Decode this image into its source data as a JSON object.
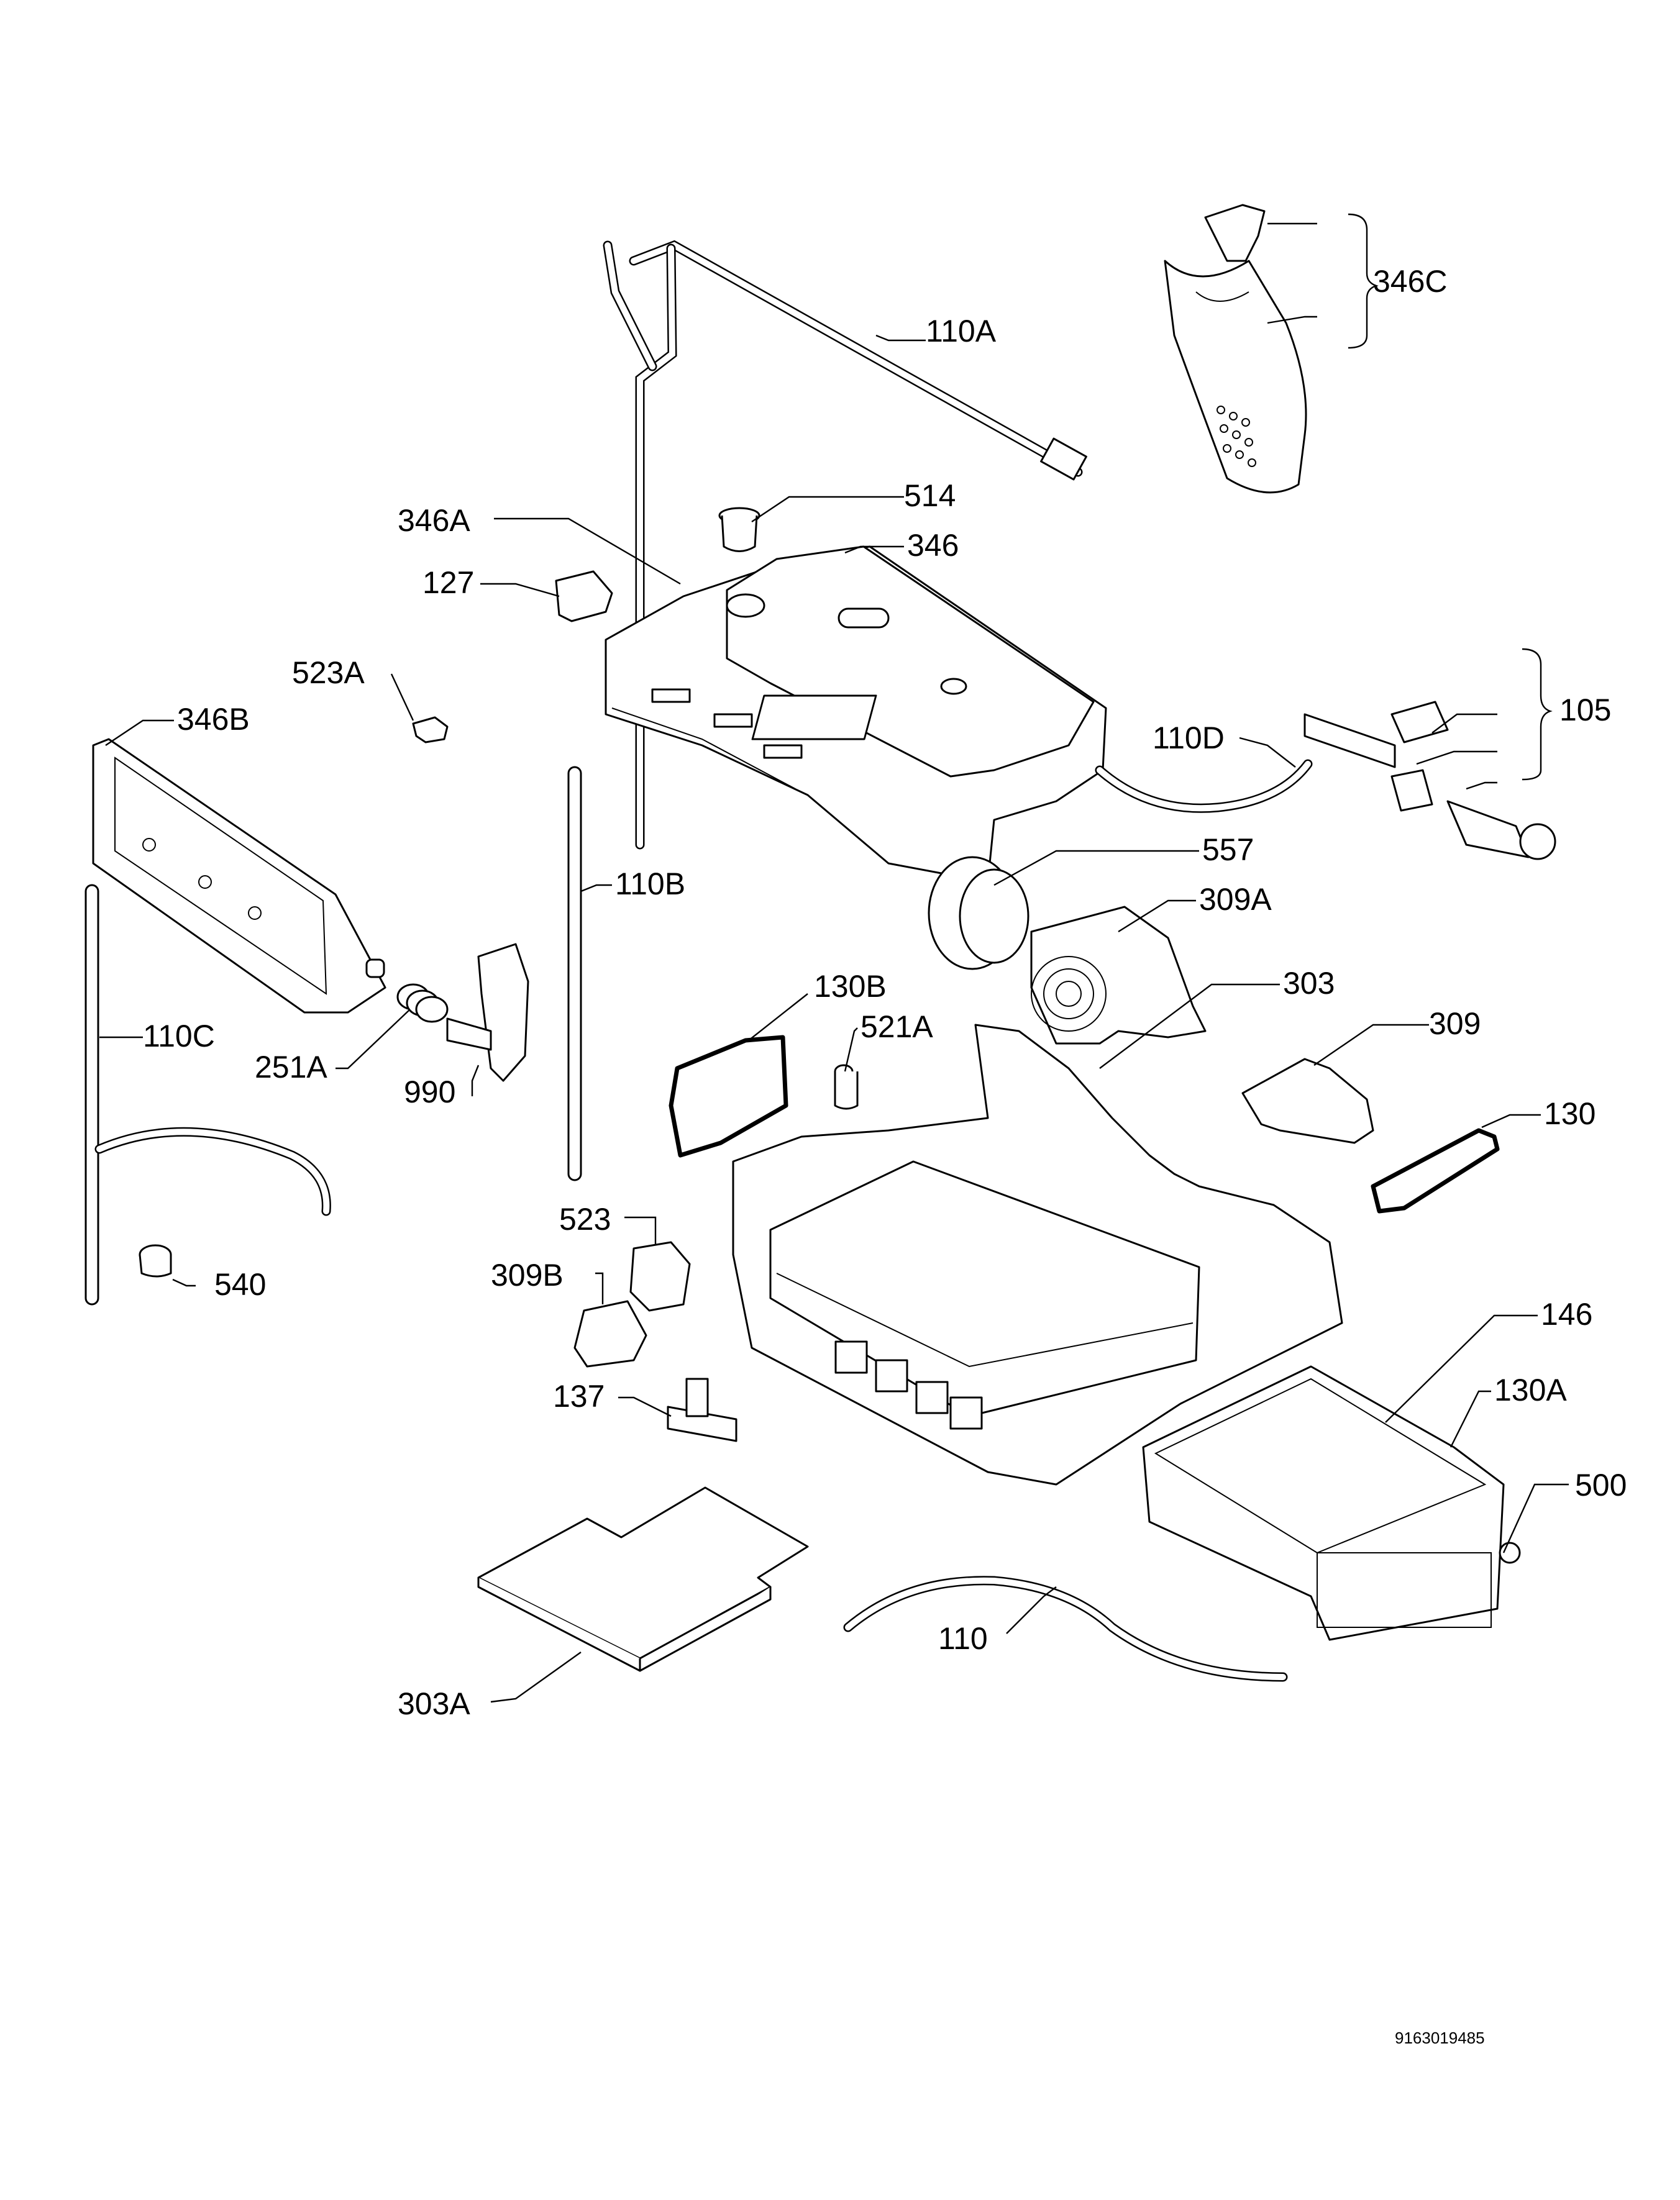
{
  "diagram": {
    "callouts": [
      {
        "id": "c-110A",
        "label": "110A"
      },
      {
        "id": "c-346C",
        "label": "346C"
      },
      {
        "id": "c-514",
        "label": "514"
      },
      {
        "id": "c-346A",
        "label": "346A"
      },
      {
        "id": "c-346",
        "label": "346"
      },
      {
        "id": "c-127",
        "label": "127"
      },
      {
        "id": "c-523A",
        "label": "523A"
      },
      {
        "id": "c-346B",
        "label": "346B"
      },
      {
        "id": "c-110D",
        "label": "110D"
      },
      {
        "id": "c-105",
        "label": "105"
      },
      {
        "id": "c-557",
        "label": "557"
      },
      {
        "id": "c-110B",
        "label": "110B"
      },
      {
        "id": "c-309A",
        "label": "309A"
      },
      {
        "id": "c-130B",
        "label": "130B"
      },
      {
        "id": "c-303",
        "label": "303"
      },
      {
        "id": "c-521A",
        "label": "521A"
      },
      {
        "id": "c-110C",
        "label": "110C"
      },
      {
        "id": "c-309",
        "label": "309"
      },
      {
        "id": "c-251A",
        "label": "251A"
      },
      {
        "id": "c-990",
        "label": "990"
      },
      {
        "id": "c-130",
        "label": "130"
      },
      {
        "id": "c-523",
        "label": "523"
      },
      {
        "id": "c-309B",
        "label": "309B"
      },
      {
        "id": "c-540",
        "label": "540"
      },
      {
        "id": "c-146",
        "label": "146"
      },
      {
        "id": "c-137",
        "label": "137"
      },
      {
        "id": "c-130A",
        "label": "130A"
      },
      {
        "id": "c-500",
        "label": "500"
      },
      {
        "id": "c-110",
        "label": "110"
      },
      {
        "id": "c-303A",
        "label": "303A"
      }
    ],
    "document_number": "9163019485"
  }
}
